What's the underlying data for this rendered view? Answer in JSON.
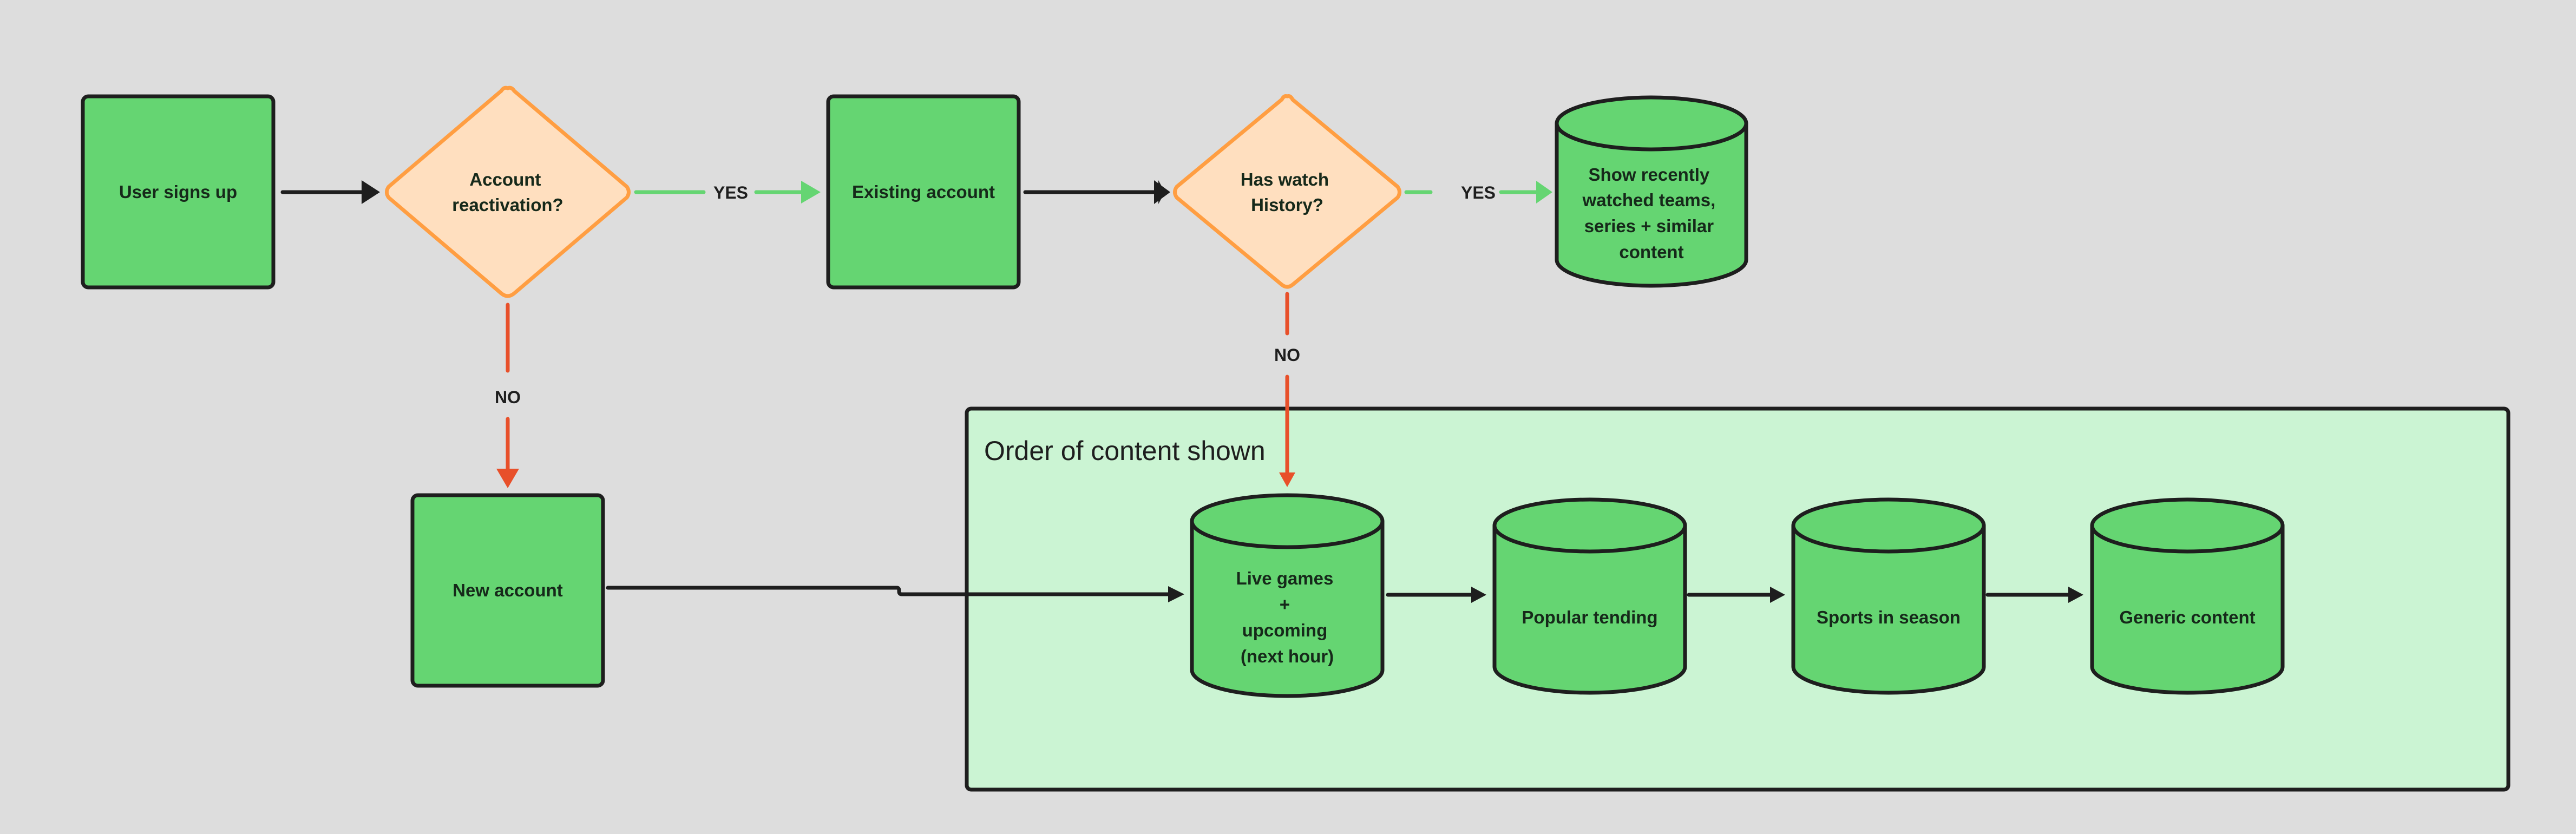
{
  "colors": {
    "background": "#dddddd",
    "process_fill": "#65d572",
    "outline": "#1e1e1e",
    "decision_fill": "#ffdfbf",
    "decision_stroke": "#ff9e42",
    "yes_edge": "#65d572",
    "no_edge": "#e8502a",
    "group_fill": "#cbf4d3"
  },
  "group": {
    "title": "Order of content shown"
  },
  "nodes": {
    "user_signs_up": {
      "type": "process",
      "lines": [
        "User signs up"
      ]
    },
    "account_reactivation": {
      "type": "decision",
      "lines": [
        "Account",
        "reactivation?"
      ]
    },
    "existing_account": {
      "type": "process",
      "lines": [
        "Existing account"
      ]
    },
    "has_watch_history": {
      "type": "decision",
      "lines": [
        "Has watch",
        "History?"
      ]
    },
    "show_recently_watched": {
      "type": "database",
      "lines": [
        "Show recently",
        "watched teams,",
        "series + similar",
        "content"
      ]
    },
    "new_account": {
      "type": "process",
      "lines": [
        "New account"
      ]
    },
    "live_games": {
      "type": "database",
      "lines": [
        "Live games",
        "+",
        "upcoming",
        "(next hour)"
      ]
    },
    "popular_trending": {
      "type": "database",
      "lines": [
        "Popular tending"
      ]
    },
    "sports_in_season": {
      "type": "database",
      "lines": [
        "Sports in season"
      ]
    },
    "generic_content": {
      "type": "database",
      "lines": [
        "Generic content"
      ]
    }
  },
  "edges": [
    {
      "from": "user_signs_up",
      "to": "account_reactivation",
      "kind": "plain",
      "label": ""
    },
    {
      "from": "account_reactivation",
      "to": "existing_account",
      "kind": "yes",
      "label": "YES"
    },
    {
      "from": "account_reactivation",
      "to": "new_account",
      "kind": "no",
      "label": "NO"
    },
    {
      "from": "existing_account",
      "to": "has_watch_history",
      "kind": "plain",
      "label": ""
    },
    {
      "from": "has_watch_history",
      "to": "show_recently_watched",
      "kind": "yes",
      "label": "YES"
    },
    {
      "from": "has_watch_history",
      "to": "live_games",
      "kind": "no",
      "label": "NO"
    },
    {
      "from": "new_account",
      "to": "live_games",
      "kind": "plain",
      "label": ""
    },
    {
      "from": "live_games",
      "to": "popular_trending",
      "kind": "plain",
      "label": ""
    },
    {
      "from": "popular_trending",
      "to": "sports_in_season",
      "kind": "plain",
      "label": ""
    },
    {
      "from": "sports_in_season",
      "to": "generic_content",
      "kind": "plain",
      "label": ""
    }
  ]
}
